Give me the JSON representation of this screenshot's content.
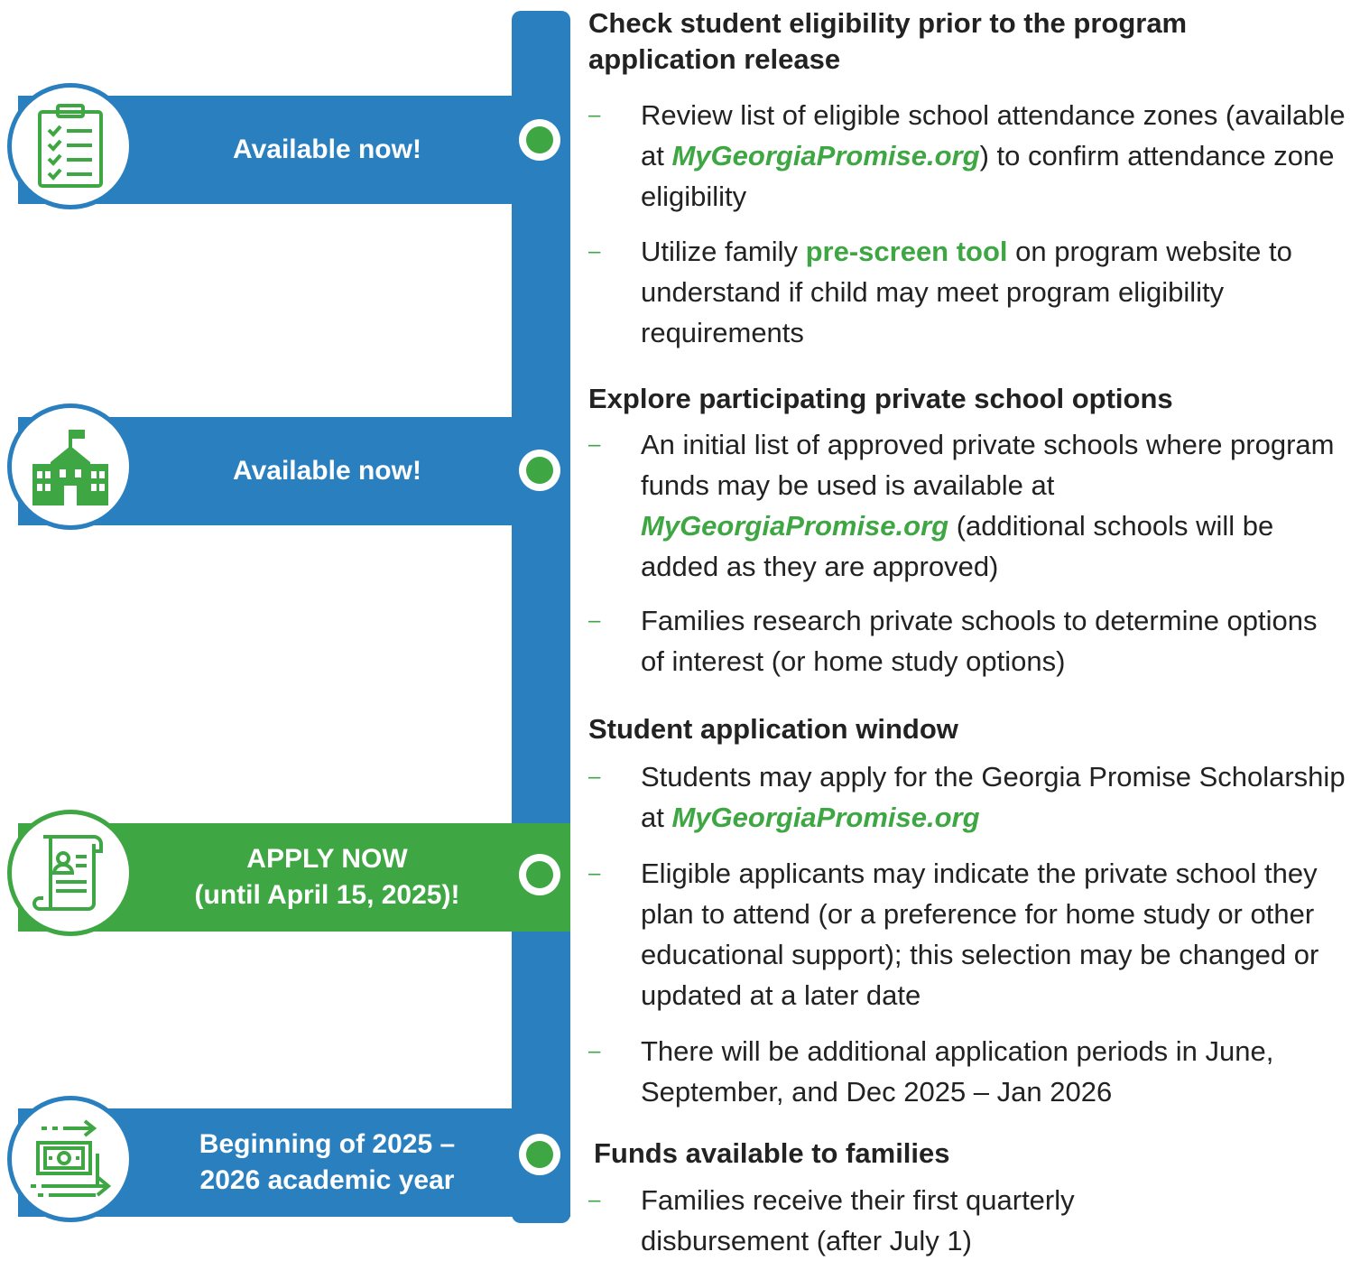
{
  "colors": {
    "blue": "#2a7fbf",
    "green": "#3ea743"
  },
  "milestones": [
    {
      "label": "Available now!",
      "icon": "clipboard-checklist-icon"
    },
    {
      "label": "Available now!",
      "icon": "school-building-icon"
    },
    {
      "label": "APPLY NOW\n(until April 15, 2025)!",
      "icon": "application-document-icon"
    },
    {
      "label": "Beginning of 2025 –\n2026 academic year",
      "icon": "money-transfer-icon"
    }
  ],
  "sections": [
    {
      "title": "Check student eligibility prior to the program application release",
      "bullets": [
        {
          "a": "Review list of eligible school attendance zones (available at ",
          "b": "MyGeorgiaPromise.org",
          "c": ") to confirm attendance zone eligibility"
        },
        {
          "a": "Utilize family ",
          "b": "pre-screen tool",
          "c": " on program website to understand if child may meet program eligibility requirements"
        }
      ]
    },
    {
      "title": "Explore participating private school options",
      "bullets": [
        {
          "a": "An initial list of approved private schools where program funds may be used is available at ",
          "b": "MyGeorgiaPromise.org",
          "c": " (additional schools will be added as they are approved)"
        },
        {
          "a": "Families research private schools to determine options of interest (or home study options)"
        }
      ]
    },
    {
      "title": "Student application window",
      "bullets": [
        {
          "a": "Students may apply for the Georgia Promise Scholarship at ",
          "b": "MyGeorgiaPromise.org"
        },
        {
          "a": "Eligible applicants may indicate the private school they plan to attend (or a preference for home study or other educational support); this selection may be changed or updated at a later date"
        },
        {
          "a": "There will be additional application periods in June, September, and Dec 2025 – Jan 2026"
        }
      ]
    },
    {
      "title": "Funds available to families",
      "bullets": [
        {
          "a": "Families receive their first quarterly disbursement (after July 1)"
        }
      ]
    }
  ],
  "dash": "–"
}
